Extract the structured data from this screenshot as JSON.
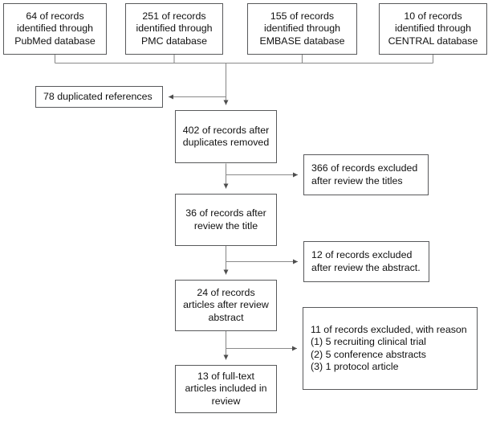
{
  "diagram": {
    "type": "prisma-flow-diagram",
    "title": "PRISMA study selection flow diagram",
    "stroke_color": "#58595b",
    "connector_color": "#8a8a8a",
    "background": "#ffffff",
    "text_color": "#111111"
  },
  "sources": [
    {
      "id": "pubmed",
      "count": 64,
      "text": "64 of records\nidentified through\nPubMed database"
    },
    {
      "id": "pmc",
      "count": 251,
      "text": "251 of records\nidentified through\nPMC database"
    },
    {
      "id": "embase",
      "count": 155,
      "text": "155 of records\nidentified through\nEMBASE database"
    },
    {
      "id": "central",
      "count": 10,
      "text": "10 of records\nidentified through\nCENTRAL database"
    }
  ],
  "nodes": {
    "duplicates": {
      "count": 78,
      "text": "78 duplicated references"
    },
    "after_duplicates": {
      "count": 402,
      "text": "402 of records after\nduplicates removed"
    },
    "excluded_titles": {
      "count": 366,
      "text": "366 of records excluded\nafter review the titles"
    },
    "after_titles": {
      "count": 36,
      "text": "36 of records after\nreview the title"
    },
    "excluded_abstract": {
      "count": 12,
      "text": "12 of records excluded\nafter review the abstract."
    },
    "after_abstract": {
      "count": 24,
      "text": "24 of records\narticles after review\nabstract"
    },
    "excluded_reasons": {
      "count": 11,
      "text": "11 of records excluded, with reason\n(1)  5 recruiting clinical trial\n(2) 5 conference abstracts\n(3) 1 protocol article",
      "reasons": [
        "(1)  5 recruiting clinical trial",
        "(2) 5 conference abstracts",
        "(3) 1 protocol article"
      ]
    },
    "included": {
      "count": 13,
      "text": "13 of full-text\narticles included in\nreview"
    }
  }
}
